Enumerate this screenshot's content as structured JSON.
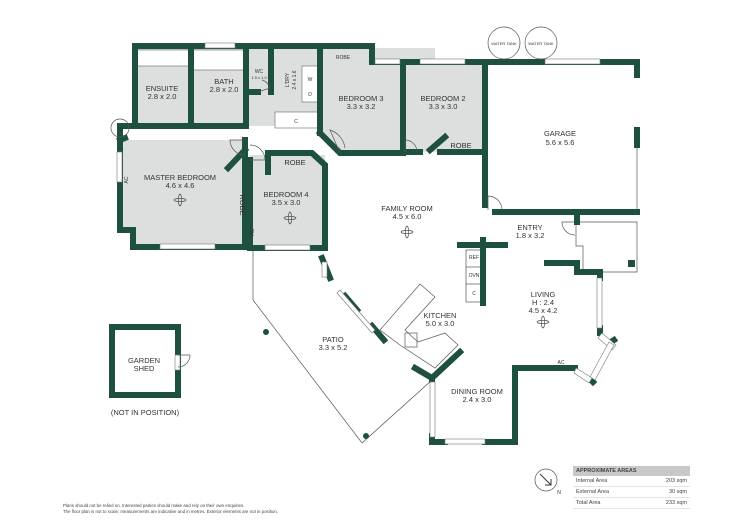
{
  "colors": {
    "wall": "#1e5040",
    "floor": "#dcdfdd"
  },
  "rooms": {
    "ensuite": {
      "name": "ENSUITE",
      "dims": "2.8 x 2.0"
    },
    "bath": {
      "name": "BATH",
      "dims": "2.8 x 2.0"
    },
    "wc": {
      "name": "WC",
      "dims": "1.5 x 1.0"
    },
    "laundry": {
      "name": "L'DRY",
      "dims": "2.4 x 1.6"
    },
    "washer": "W",
    "dryer": "D",
    "robe_top": "ROBE",
    "closet_c": "C",
    "bedroom3": {
      "name": "BEDROOM 3",
      "dims": "3.3 x 3.2"
    },
    "bedroom2": {
      "name": "BEDROOM 2",
      "dims": "3.3 x 3.0"
    },
    "robe_bed2": "ROBE",
    "garage": {
      "name": "GARAGE",
      "dims": "5.6 x 5.6"
    },
    "master": {
      "name": "MASTER BEDROOM",
      "dims": "4.6 x 4.6"
    },
    "robe_master": "ROBE",
    "bedroom4": {
      "name": "BEDROOM 4",
      "dims": "3.5 x 3.0"
    },
    "robe_bed4": "ROBE",
    "family": {
      "name": "FAMILY ROOM",
      "dims": "4.5 x 6.0"
    },
    "entry": {
      "name": "ENTRY",
      "dims": "1.8 x 3.2"
    },
    "ref": "REF",
    "ovn": "OVN",
    "pantry_c": "C",
    "living": {
      "name": "LIVING",
      "height": "H : 2.4",
      "dims": "4.5 x 4.2"
    },
    "kitchen": {
      "name": "KITCHEN",
      "dims": "5.0 x 3.0"
    },
    "patio": {
      "name": "PATIO",
      "dims": "3.3 x 5.2"
    },
    "dining": {
      "name": "DINING ROOM",
      "dims": "2.4 x 3.0"
    },
    "shed": {
      "name1": "GARDEN",
      "name2": "SHED",
      "note": "(NOT IN POSITION)"
    }
  },
  "ac_label": "AC",
  "hws_label": "H",
  "water_tanks": [
    "WATER TANK",
    "WATER TANK"
  ],
  "compass": "N",
  "areas": {
    "title": "APPROXIMATE AREAS",
    "rows": [
      {
        "label": "Internal Area",
        "value": "203 sqm"
      },
      {
        "label": "External Area",
        "value": "30 sqm"
      },
      {
        "label": "Total Area",
        "value": "233 sqm"
      }
    ]
  },
  "disclaimer": [
    "Plans should not be relied on. Interested parties should make and rely on their own enquiries.",
    "The floor plan is not to scale; measurements are indicative and in metres. Exterior elements are not in position."
  ]
}
